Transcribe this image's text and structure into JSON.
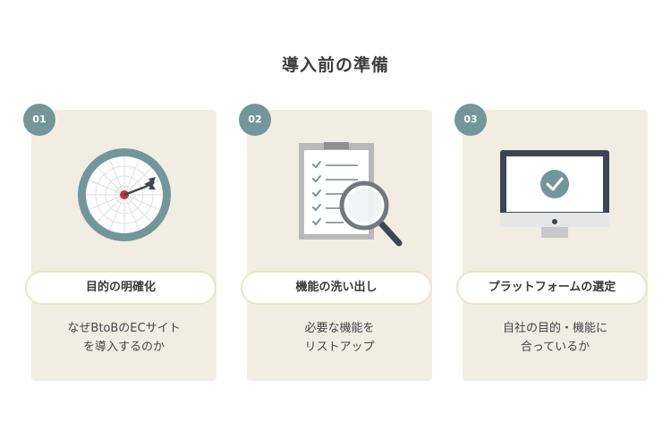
{
  "title": "導入前の準備",
  "steps": [
    {
      "number": "01",
      "heading": "目的の明確化",
      "desc_line1": "なぜBtoBのECサイト",
      "desc_line2": "を導入するのか",
      "icon": "dartboard-icon"
    },
    {
      "number": "02",
      "heading": "機能の洗い出し",
      "desc_line1": "必要な機能を",
      "desc_line2": "リストアップ",
      "icon": "clipboard-magnifier-icon"
    },
    {
      "number": "03",
      "heading": "プラットフォームの選定",
      "desc_line1": "自社の目的・機能に",
      "desc_line2": "合っているか",
      "icon": "monitor-check-icon"
    }
  ],
  "colors": {
    "card_bg": "#f1ede3",
    "badge": "#73969a",
    "pill_border": "#ece4c8",
    "accent_red": "#c0343f"
  }
}
